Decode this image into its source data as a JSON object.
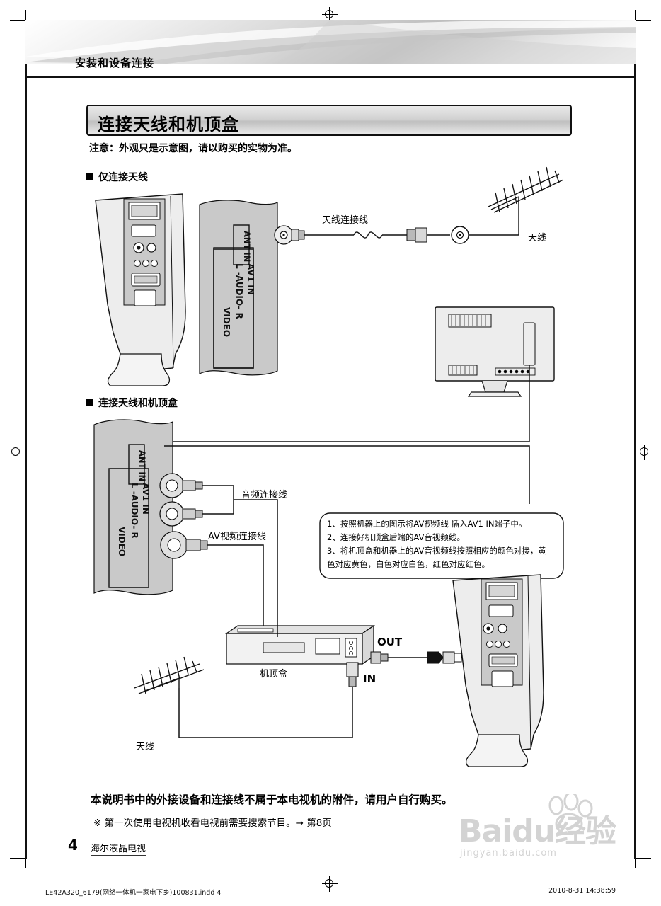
{
  "header": {
    "section_title": "安装和设备连接"
  },
  "title_bar": {
    "title": "连接天线和机顶盒"
  },
  "note": "注意：外观只是示意图，请以购买的实物为准。",
  "sections": [
    {
      "label": "仅连接天线"
    },
    {
      "label": "连接天线和机顶盒"
    }
  ],
  "diagram1": {
    "panel_labels": [
      "ANT IN",
      "AV1 IN",
      "L -AUDIO- R",
      "VIDEO"
    ],
    "cable_label": "天线连接线",
    "antenna_label": "天线"
  },
  "diagram2": {
    "panel_labels": [
      "ANT IN",
      "AV1 IN",
      "L -AUDIO- R",
      "VIDEO"
    ],
    "audio_cable_label": "音频连接线",
    "av_cable_label": "AV视频连接线",
    "stb_label": "机顶盒",
    "out_label": "OUT",
    "in_label": "IN",
    "antenna_label": "天线"
  },
  "callout": {
    "lines": [
      "1、按照机器上的图示将AV视频线 插入AV1 IN端子中。",
      "2、连接好机顶盒后端的AV音视频线。",
      "3、将机顶盒和机器上的AV音视频线按照相应的颜色对接，黄",
      "色对应黄色，白色对应白色，红色对应红色。"
    ]
  },
  "footer_note": "本说明书中的外接设备和连接线不属于本电视机的附件，请用户自行购买。",
  "tip": "※ 第一次使用电视机收看电视前需要搜索节目。→ 第8页",
  "page_number": "4",
  "brand": "海尔液晶电视",
  "print_footer_left": "LE42A320_6179(网络一体机一家电下乡)100831.indd    4",
  "print_footer_right": "2010-8-31    14:38:59",
  "watermark": {
    "line1": "Baidu经验",
    "line2": "jingyan.baidu.com"
  },
  "colors": {
    "panel_gray": "#c9c9c9",
    "line": "#111111",
    "tv_body": "#e3e3e3"
  }
}
